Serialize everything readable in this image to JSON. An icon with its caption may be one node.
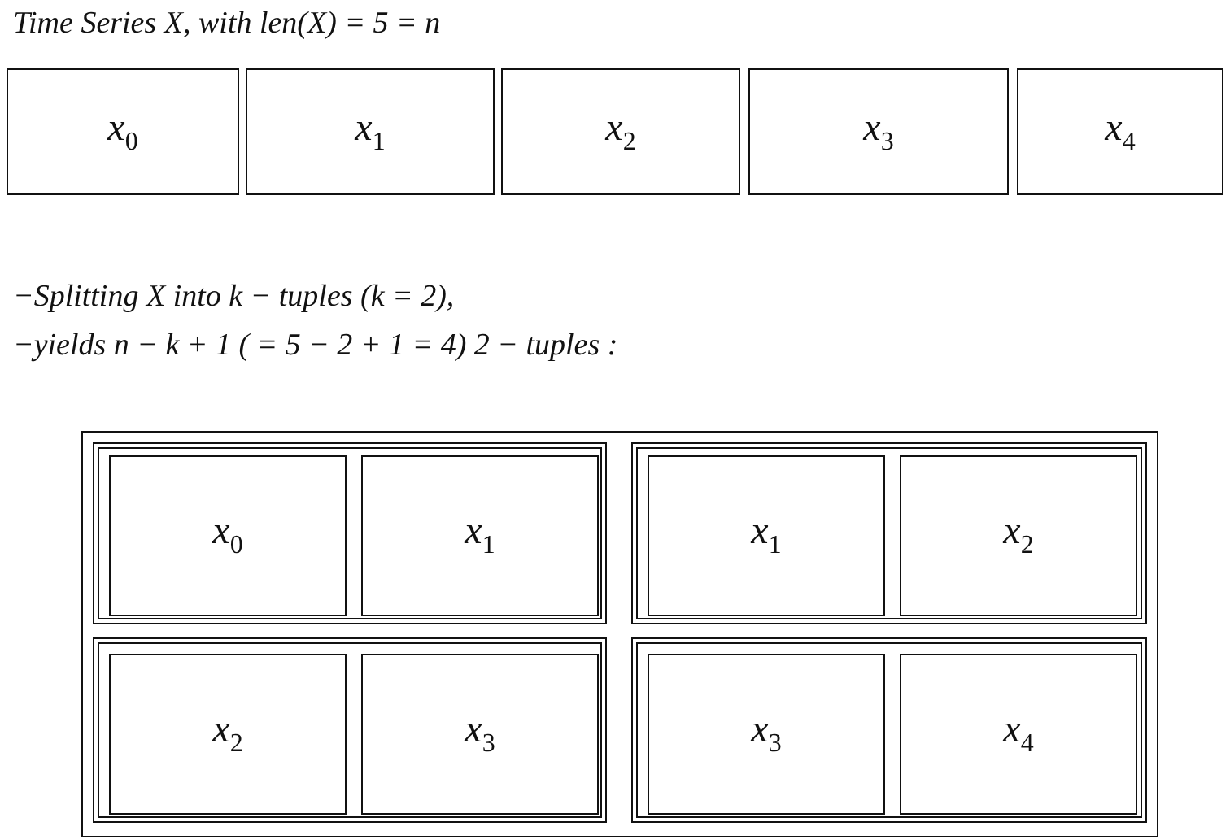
{
  "diagram": {
    "title": "Time Series X, with len(X) = 5 = n",
    "nodes": [
      {
        "text": [
          "x$_{0}$"
        ]
      },
      {
        "text": [
          "x$_{1}$"
        ]
      },
      {
        "text": [
          "x$_{2}$"
        ]
      },
      {
        "text": [
          "x$_{3}$"
        ]
      },
      {
        "text": [
          "x$_{4}$"
        ]
      },
      {
        "text": [],
        "shape": "box"
      },
      {
        "text": [],
        "shape": "box",
        "in": 5
      },
      {
        "text": [
          "x$_{0}$"
        ],
        "in": 6
      },
      {
        "text": [
          "x$_{1}$"
        ],
        "in": 6
      },
      {
        "text": [],
        "shape": "box",
        "in": 5
      },
      {
        "text": [
          "x$_{1}$"
        ],
        "in": 9
      },
      {
        "text": [
          "x$_{2}$"
        ],
        "in": 9
      },
      {
        "text": [],
        "shape": "box",
        "in": 5
      },
      {
        "text": [
          "x$_{2}$"
        ],
        "in": 12
      },
      {
        "text": [
          "x$_{3}$"
        ],
        "in": 12
      },
      {
        "text": [],
        "shape": "box",
        "in": 5
      },
      {
        "text": [
          "x$_{3}$"
        ],
        "in": 15
      },
      {
        "text": [
          "x$_{4}$"
        ],
        "in": 15
      }
    ],
    "labels": [
      "−Splitting X into k − tuples (k = 2),",
      "−yields n − k + 1 ( = 5 − 2 + 1 = 4) 2 − tuples :"
    ]
  }
}
